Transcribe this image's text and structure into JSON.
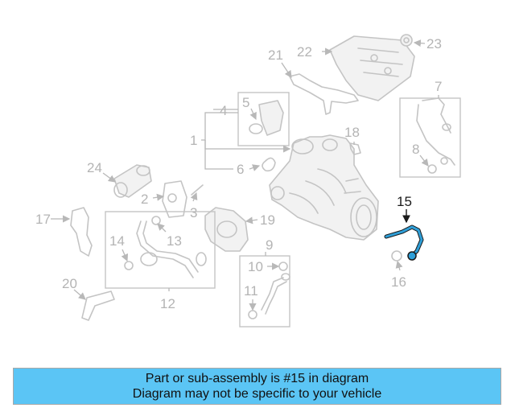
{
  "diagram": {
    "callouts": {
      "c1": "1",
      "c2": "2",
      "c3": "3",
      "c4": "4",
      "c5": "5",
      "c6": "6",
      "c7": "7",
      "c8": "8",
      "c9": "9",
      "c10": "10",
      "c11": "11",
      "c12": "12",
      "c13": "13",
      "c14": "14",
      "c15": "15",
      "c16": "16",
      "c17": "17",
      "c18": "18",
      "c19": "19",
      "c20": "20",
      "c21": "21",
      "c22": "22",
      "c23": "23",
      "c24": "24"
    },
    "highlighted_part": "15",
    "highlight_color": "#2f9fd8"
  },
  "banner": {
    "line1": "Part or sub-assembly is #15 in diagram",
    "line2": "Diagram may not be specific to your vehicle",
    "background": "#5bc5f5"
  }
}
